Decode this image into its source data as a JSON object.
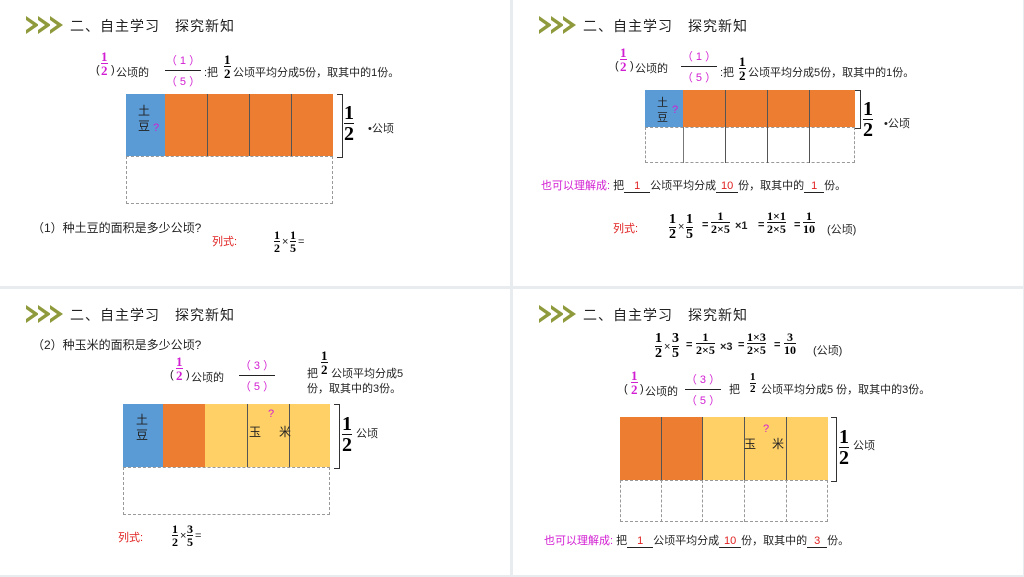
{
  "header_title": "二、自主学习　探究新知",
  "p1": {
    "intro": {
      "open": "(",
      "half_n": "1",
      "half_d": "2",
      "close": ")",
      "text1": "公顷的",
      "fn": "（ 1 ）",
      "fd": "（ 5 ）",
      "text2": ":把",
      "half2_n": "1",
      "half2_d": "2",
      "text3": "公顷平均分成5份，取其中的1份。"
    },
    "cell1": "土",
    "cell2": "豆",
    "qmark": "?",
    "brace_frac": {
      "n": "1",
      "d": "2"
    },
    "brace_unit": "•公顷",
    "question": "（1）种土豆的面积是多少公顷?",
    "formula_label": "列式:",
    "formula": {
      "a_n": "1",
      "a_d": "2",
      "op": "×",
      "b_n": "1",
      "b_d": "5",
      "eq": "="
    }
  },
  "p2": {
    "intro": {
      "open": "(",
      "half_n": "1",
      "half_d": "2",
      "close": ")",
      "text1": "公顷的",
      "fn": "（ 1 ）",
      "fd": "（ 5 ）",
      "text2": ":把",
      "half2_n": "1",
      "half2_d": "2",
      "text3": "公顷平均分成5份，取其中的1份。"
    },
    "cell1": "土",
    "cell2": "豆",
    "qmark": "?",
    "brace_frac": {
      "n": "1",
      "d": "2"
    },
    "brace_unit": "•公顷",
    "alt_label": "也可以理解成:",
    "alt_text1": "把",
    "alt_blank1": "1",
    "alt_text2": "公顷平均分成",
    "alt_blank2": "10",
    "alt_text3": "份，取其中的",
    "alt_blank3": "1",
    "alt_text4": "份。",
    "formula_label": "列式:",
    "eq": {
      "a_n": "1",
      "a_d": "2",
      "b_n": "1",
      "b_d": "5",
      "c_n": "1",
      "c_d": "2×5",
      "mul": "×1",
      "d_n": "1×1",
      "d_d": "2×5",
      "e_n": "1",
      "e_d": "10",
      "unit": "(公顷)"
    }
  },
  "p3": {
    "question": "（2）种玉米的面积是多少公顷?",
    "intro": {
      "open": "(",
      "half_n": "1",
      "half_d": "2",
      "close": ")",
      "text1": "公顷的",
      "fn": "（ 3 ）",
      "fd": "（ 5 ）"
    },
    "side": {
      "text1": "把",
      "half_n": "1",
      "half_d": "2",
      "text2": "公顷平均分成5",
      "text3": "份，取其中的3份。"
    },
    "cell1": "土",
    "cell2": "豆",
    "corn1": "玉",
    "corn2": "米",
    "qmark": "?",
    "brace_frac": {
      "n": "1",
      "d": "2"
    },
    "brace_unit": "公顷",
    "formula_label": "列式:",
    "formula": {
      "a_n": "1",
      "a_d": "2",
      "op": "×",
      "b_n": "3",
      "b_d": "5",
      "eq": "="
    }
  },
  "p4": {
    "eq": {
      "a_n": "1",
      "a_d": "2",
      "b_n": "3",
      "b_d": "5",
      "c_n": "1",
      "c_d": "2×5",
      "mul": "×3",
      "d_n": "1×3",
      "d_d": "2×5",
      "e_n": "3",
      "e_d": "10",
      "unit": "(公顷)"
    },
    "intro": {
      "open": "(",
      "half_n": "1",
      "half_d": "2",
      "close": ")",
      "text1": "公顷的",
      "fn": "（ 3 ）",
      "fd": "（ 5 ）",
      "text2": "把",
      "half2_n": "1",
      "half2_d": "2",
      "text3": "公顷平均分成5 份，取其中的3份。"
    },
    "corn1": "玉",
    "corn2": "米",
    "qmark": "?",
    "brace_frac": {
      "n": "1",
      "d": "2"
    },
    "brace_unit": "公顷",
    "alt_label": "也可以理解成:",
    "alt_text1": "把",
    "alt_blank1": "1",
    "alt_text2": "公顷平均分成",
    "alt_blank2": "10",
    "alt_text3": "份，取其中的",
    "alt_blank3": "3",
    "alt_text4": "份。"
  },
  "colors": {
    "blue": "#5b9bd5",
    "orange": "#ed7d31",
    "yellow": "#ffd066",
    "red": "#e02020",
    "magenta": "#d21ed2",
    "chevron": "#8f9a3c"
  }
}
